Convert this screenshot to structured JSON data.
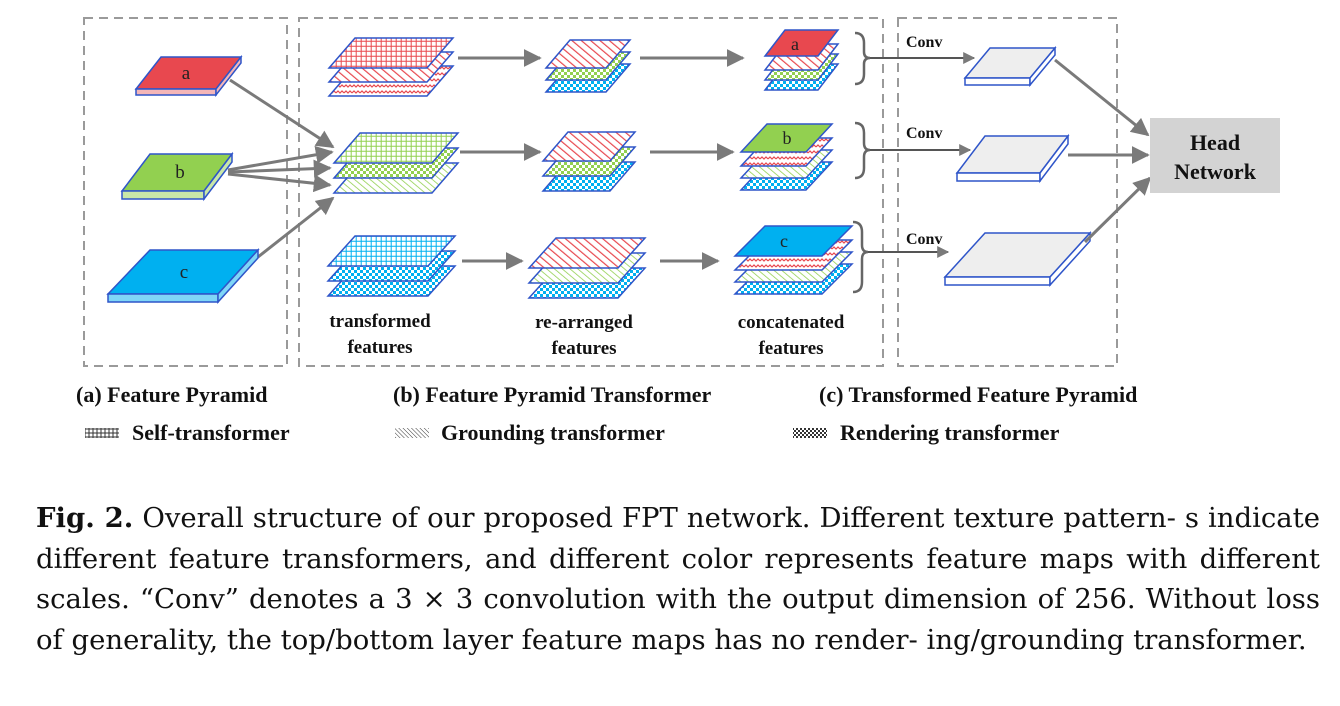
{
  "panels": {
    "a": "(a) Feature Pyramid",
    "b": "(b) Feature Pyramid Transformer",
    "c": "(c) Transformed Feature Pyramid"
  },
  "legend": {
    "self": "Self-transformer",
    "grounding": "Grounding transformer",
    "rendering": "Rendering transformer"
  },
  "stage_labels": {
    "transformed": [
      "transformed",
      "features"
    ],
    "rearranged": [
      "re-arranged",
      "features"
    ],
    "concatenated": [
      "concatenated",
      "features"
    ]
  },
  "feature_labels": {
    "a": "a",
    "b": "b",
    "c": "c"
  },
  "conv_label": "Conv",
  "head": [
    "Head",
    "Network"
  ],
  "caption": {
    "label": "Fig. 2.",
    "text": "Overall structure of our proposed FPT network. Different texture pattern- s indicate different feature transformers, and different color represents feature maps with different scales. “Conv” denotes a 3 × 3 convolution with the output dimension of 256. Without loss of generality, the top/bottom layer feature maps has no render- ing/grounding transformer."
  },
  "colors": {
    "red": "#e8484f",
    "green": "#92d050",
    "blue": "#00b0f0",
    "outline": "#2f55c9",
    "arrow": "#7a7a7a",
    "head_bg": "#d3d3d3"
  }
}
